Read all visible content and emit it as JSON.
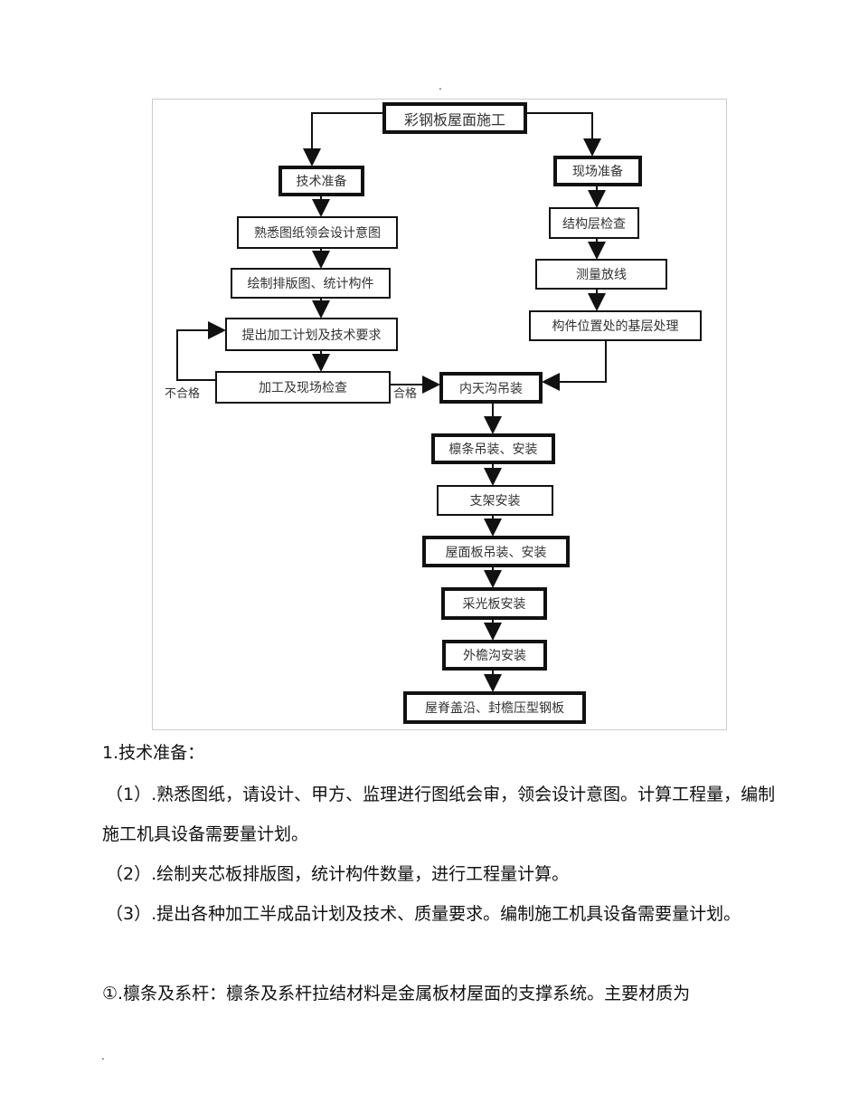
{
  "header_dot": ".",
  "footer_dot": ".",
  "flowchart": {
    "root": "彩钢板屋面施工",
    "left": [
      "技术准备",
      "熟悉图纸领会设计意图",
      "绘制排版图、统计构件",
      "提出加工计划及技术要求",
      "加工及现场检查"
    ],
    "right": [
      "现场准备",
      "结构层检查",
      "测量放线",
      "构件位置处的基层处理"
    ],
    "center": [
      "内天沟吊装",
      "檩条吊装、安装",
      "支架安装",
      "屋面板吊装、安装",
      "采光板安装",
      "外檐沟安装",
      "屋脊盖沿、封檐压型钢板"
    ],
    "fail_label": "不合格",
    "pass_label": "合格"
  },
  "text": {
    "heading": "1.技术准备：",
    "p1": "（1）.熟悉图纸，请设计、甲方、监理进行图纸会审，领会设计意图。计算工程量，编制施工机具设备需要量计划。",
    "p2": "（2）.绘制夹芯板排版图，统计构件数量，进行工程量计算。",
    "p3": "（3）.提出各种加工半成品计划及技术、质量要求。编制施工机具设备需要量计划。",
    "p4": "①.檩条及系杆：檩条及系杆拉结材料是金属板材屋面的支撑系统。主要材质为"
  }
}
